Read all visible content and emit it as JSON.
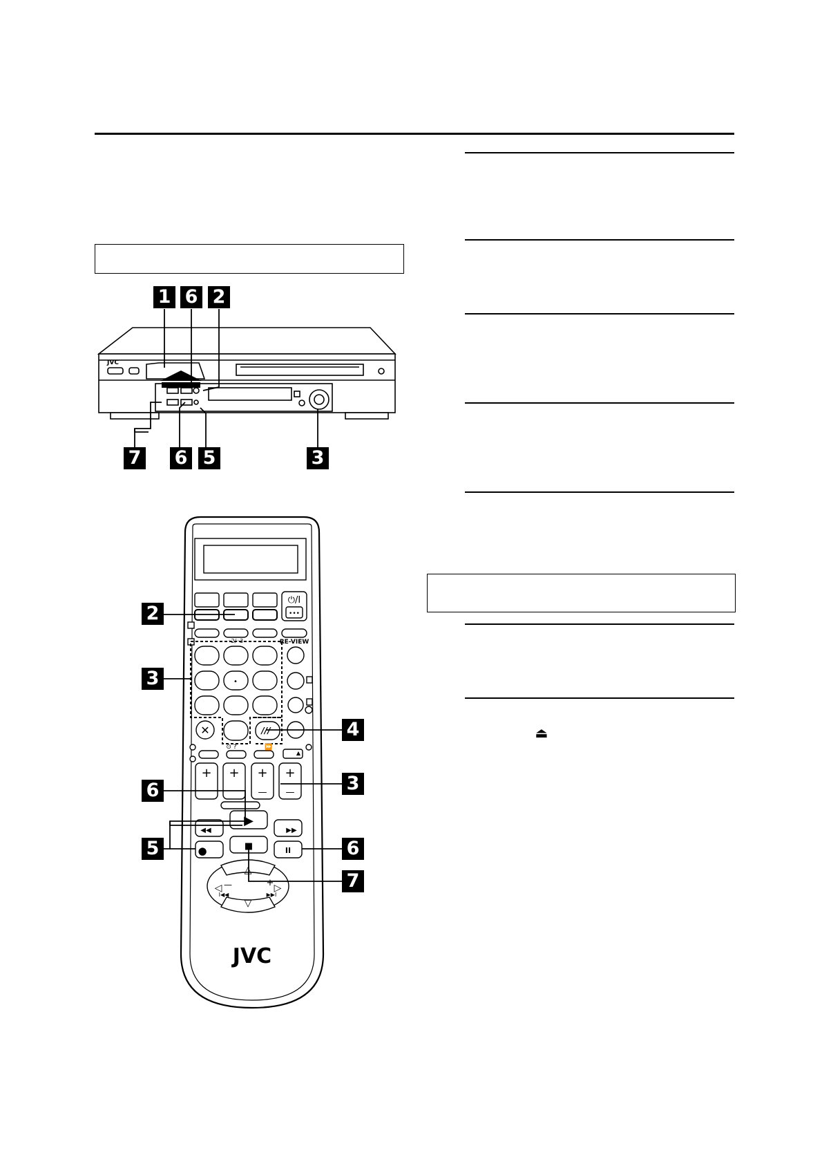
{
  "vcr": {
    "brand": "JVC",
    "callouts": [
      "1",
      "6",
      "2",
      "7",
      "6",
      "5",
      "3"
    ]
  },
  "remote": {
    "brand": "JVC",
    "power_symbol": "⏻/I",
    "power_dots": "•••",
    "review_label": "RE-VIEW",
    "tv_dvd_label": "◦2/◦3",
    "keypad_center_dot": "•",
    "clear_symbol": "✕",
    "info_symbols": "⊙ ?",
    "skip_symbol": "⏩",
    "plus": "+",
    "minus": "—",
    "play": "▶",
    "stop": "■",
    "pause": "II",
    "record": "●",
    "rewind": "◀◀",
    "ffwd": "▶▶",
    "prev": "I◀◀",
    "next": "▶▶I",
    "callouts": [
      "2",
      "3",
      "4",
      "3",
      "6",
      "5",
      "6",
      "7"
    ]
  },
  "eject_icon": "⏏",
  "colors": {
    "ink": "#000000",
    "paper": "#ffffff",
    "remote_body": "#ffffff"
  }
}
